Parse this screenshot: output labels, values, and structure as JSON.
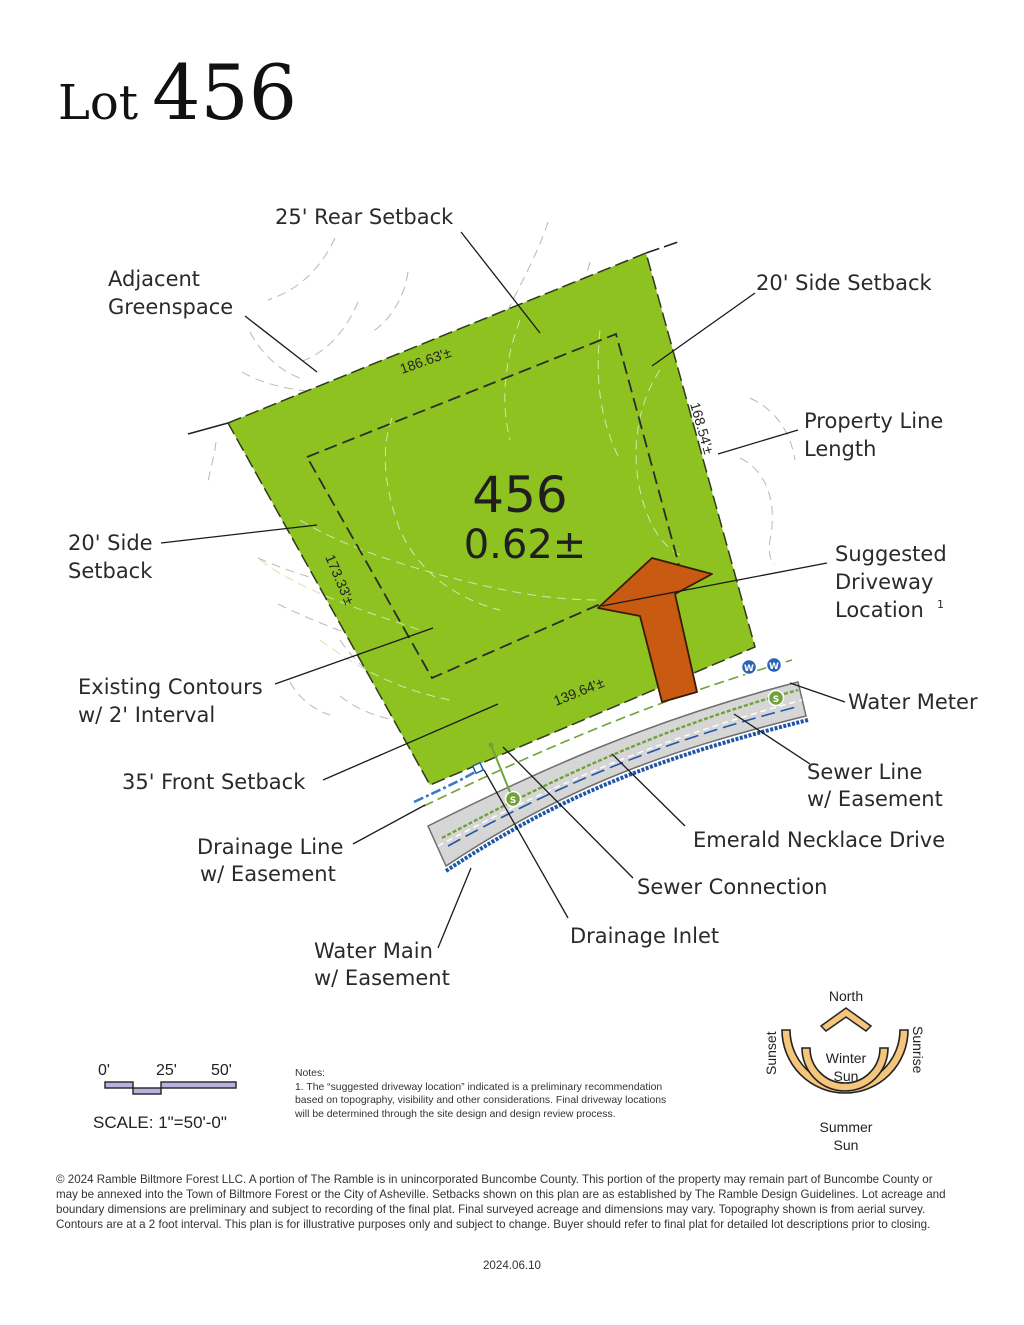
{
  "title": {
    "prefix": "Lot",
    "number": "456"
  },
  "lot": {
    "number": "456",
    "acreage": "0.62±"
  },
  "dimensions": {
    "rear": "186.63'±",
    "right_side": "168.54'±",
    "left_side": "173.33'±",
    "front": "139.64'±"
  },
  "labels": {
    "rear_setback": "25' Rear Setback",
    "adjacent_greenspace_1": "Adjacent",
    "adjacent_greenspace_2": "Greenspace",
    "side_setback_right": "20' Side Setback",
    "property_line_1": "Property Line",
    "property_line_2": "Length",
    "side_setback_left_1": "20' Side",
    "side_setback_left_2": "Setback",
    "driveway_1": "Suggested",
    "driveway_2": "Driveway",
    "driveway_3": "Location",
    "driveway_note_ref": "1",
    "contours_1": "Existing Contours",
    "contours_2": "w/ 2' Interval",
    "water_meter": "Water Meter",
    "front_setback": "35' Front Setback",
    "sewer_line_1": "Sewer Line",
    "sewer_line_2": "w/ Easement",
    "road": "Emerald Necklace Drive",
    "drainage_line_1": "Drainage Line",
    "drainage_line_2": "w/ Easement",
    "sewer_connection": "Sewer Connection",
    "drainage_inlet": "Drainage Inlet",
    "water_main_1": "Water Main",
    "water_main_2": "w/ Easement"
  },
  "utility_symbols": {
    "water_meter": "W",
    "sewer": "S"
  },
  "scale": {
    "tick_0": "0'",
    "tick_25": "25'",
    "tick_50": "50'",
    "text": "SCALE: 1\"=50'-0\""
  },
  "compass": {
    "north": "North",
    "sunset": "Sunset",
    "sunrise": "Sunrise",
    "winter_1": "Winter",
    "winter_2": "Sun",
    "summer_1": "Summer",
    "summer_2": "Sun"
  },
  "notes": {
    "heading": "Notes:",
    "line_1": "1. The “suggested driveway location” indicated is a preliminary recommendation",
    "line_2": "based on topography, visibility and other considerations.  Final driveway locations",
    "line_3": "will be determined through the site design and design review process."
  },
  "footer": {
    "text": "© 2024 Ramble Biltmore Forest LLC.  A portion of The Ramble is in unincorporated Buncombe County.  This portion of the property may remain part of Buncombe County or may be annexed into the Town of Biltmore Forest or the City of Asheville.  Setbacks shown on this plan are as established by The Ramble Design Guidelines.  Lot acreage and boundary dimensions are preliminary and subject to recording of the final plat.  Final surveyed acreage and dimensions may vary.  Topography shown is from aerial survey.  Contours are at a 2 foot interval.  This plan is for illustrative purposes only and subject to change. Buyer should refer to final plat for detailed lot descriptions prior to closing.",
    "date": "2024.06.10"
  },
  "colors": {
    "lot_fill": "#8dc221",
    "driveway_fill": "#c85a12",
    "road_fill": "#d6d6d6",
    "water_main": "#1f55a8",
    "sewer": "#6fa23a",
    "water_meter": "#2a62b5",
    "compass_fill": "#f5c57c",
    "scale_fill": "#b9b2e0"
  }
}
